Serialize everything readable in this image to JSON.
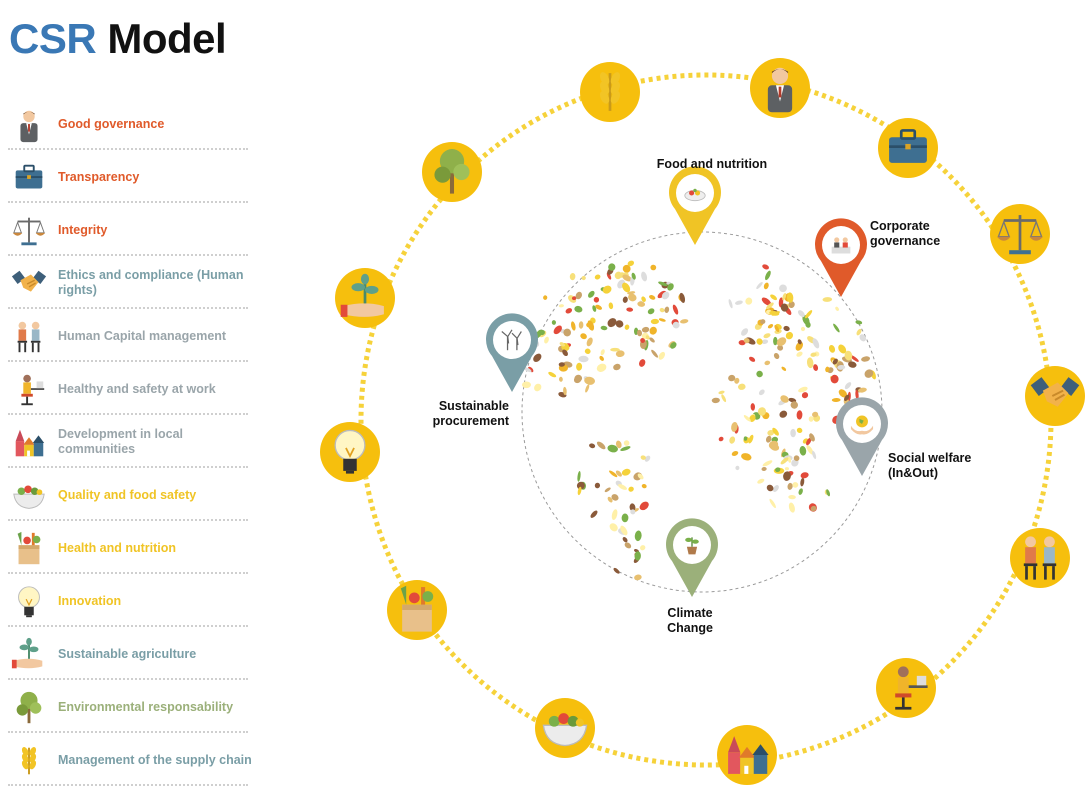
{
  "title": {
    "word1": "CSR",
    "word2": "Model"
  },
  "colors": {
    "title_blue": "#3a78b5",
    "orange": "#e05a2a",
    "teal": "#7a9ea6",
    "gray": "#9aa5aa",
    "yellow_text": "#f0c425",
    "yellow_circle": "#f6bf0d",
    "green_text": "#9bb07a"
  },
  "legend": [
    {
      "icon": "businessman-icon",
      "label": "Good governance",
      "color": "#e05a2a"
    },
    {
      "icon": "briefcase-icon",
      "label": "Transparency",
      "color": "#e05a2a"
    },
    {
      "icon": "scales-icon",
      "label": "Integrity",
      "color": "#e05a2a"
    },
    {
      "icon": "handshake-icon",
      "label": "Ethics and compliance (Human rights)",
      "color": "#7a9ea6"
    },
    {
      "icon": "people-seated-icon",
      "label": "Human Capital management",
      "color": "#9aa5aa"
    },
    {
      "icon": "worker-desk-icon",
      "label": "Healthy and safety at work",
      "color": "#9aa5aa"
    },
    {
      "icon": "village-icon",
      "label": "Development in local communities",
      "color": "#9aa5aa"
    },
    {
      "icon": "salad-bowl-icon",
      "label": "Quality and food safety",
      "color": "#f0c425"
    },
    {
      "icon": "grocery-bag-icon",
      "label": "Health and nutrition",
      "color": "#f0c425"
    },
    {
      "icon": "lightbulb-icon",
      "label": "Innovation",
      "color": "#f0c425"
    },
    {
      "icon": "sprout-hand-icon",
      "label": "Sustainable agriculture",
      "color": "#7a9ea6"
    },
    {
      "icon": "tree-icon",
      "label": "Environmental responsability",
      "color": "#9bb07a"
    },
    {
      "icon": "wheat-icon",
      "label": "Management of the supply chain",
      "color": "#7a9ea6"
    }
  ],
  "ring_icons": [
    "wheat-icon",
    "businessman-icon",
    "briefcase-icon",
    "scales-icon",
    "handshake-icon",
    "people-seated-icon",
    "worker-desk-icon",
    "village-icon",
    "salad-bowl-icon",
    "grocery-bag-icon",
    "lightbulb-icon",
    "sprout-hand-icon",
    "tree-icon"
  ],
  "pins": [
    {
      "icon": "food-plate-icon",
      "label": [
        "Food and nutrition"
      ],
      "color": "#f0c425"
    },
    {
      "icon": "meeting-table-icon",
      "label": [
        "Corporate",
        "governance"
      ],
      "color": "#e05a2a"
    },
    {
      "icon": "wind-turbine-icon",
      "label": [
        "Sustainable",
        "procurement"
      ],
      "color": "#7a9ea6"
    },
    {
      "icon": "globe-hands-icon",
      "label": [
        "Social welfare",
        "(In&Out)"
      ],
      "color": "#9aa5aa"
    },
    {
      "icon": "potted-plant-icon",
      "label": [
        "Climate",
        "Change"
      ],
      "color": "#9bb07a"
    }
  ]
}
